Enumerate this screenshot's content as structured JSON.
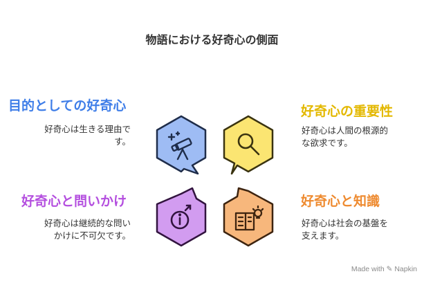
{
  "title": "物語における好奇心の側面",
  "aspects": [
    {
      "heading": "目的としての好奇心",
      "desc_lines": [
        "好奇心は生きる理由で",
        "す。"
      ],
      "color": "#3f7ee8",
      "fill": "#9ebcf4",
      "icon": "telescope-icon"
    },
    {
      "heading": "好奇心の重要性",
      "desc_lines": [
        "好奇心は人間の根源的",
        "な欲求です。"
      ],
      "color": "#e3b800",
      "fill": "#fbe572",
      "icon": "magnifier-icon"
    },
    {
      "heading": "好奇心と問いかけ",
      "desc_lines": [
        "好奇心は継続的な問い",
        "かけに不可欠です。"
      ],
      "color": "#b44fdf",
      "fill": "#d29cf0",
      "icon": "info-icon"
    },
    {
      "heading": "好奇心と知識",
      "desc_lines": [
        "好奇心は社会の基盤を",
        "支えます。"
      ],
      "color": "#ee8a2f",
      "fill": "#f7b77c",
      "icon": "book-idea-icon"
    }
  ],
  "watermark": "Made with ✎ Napkin"
}
